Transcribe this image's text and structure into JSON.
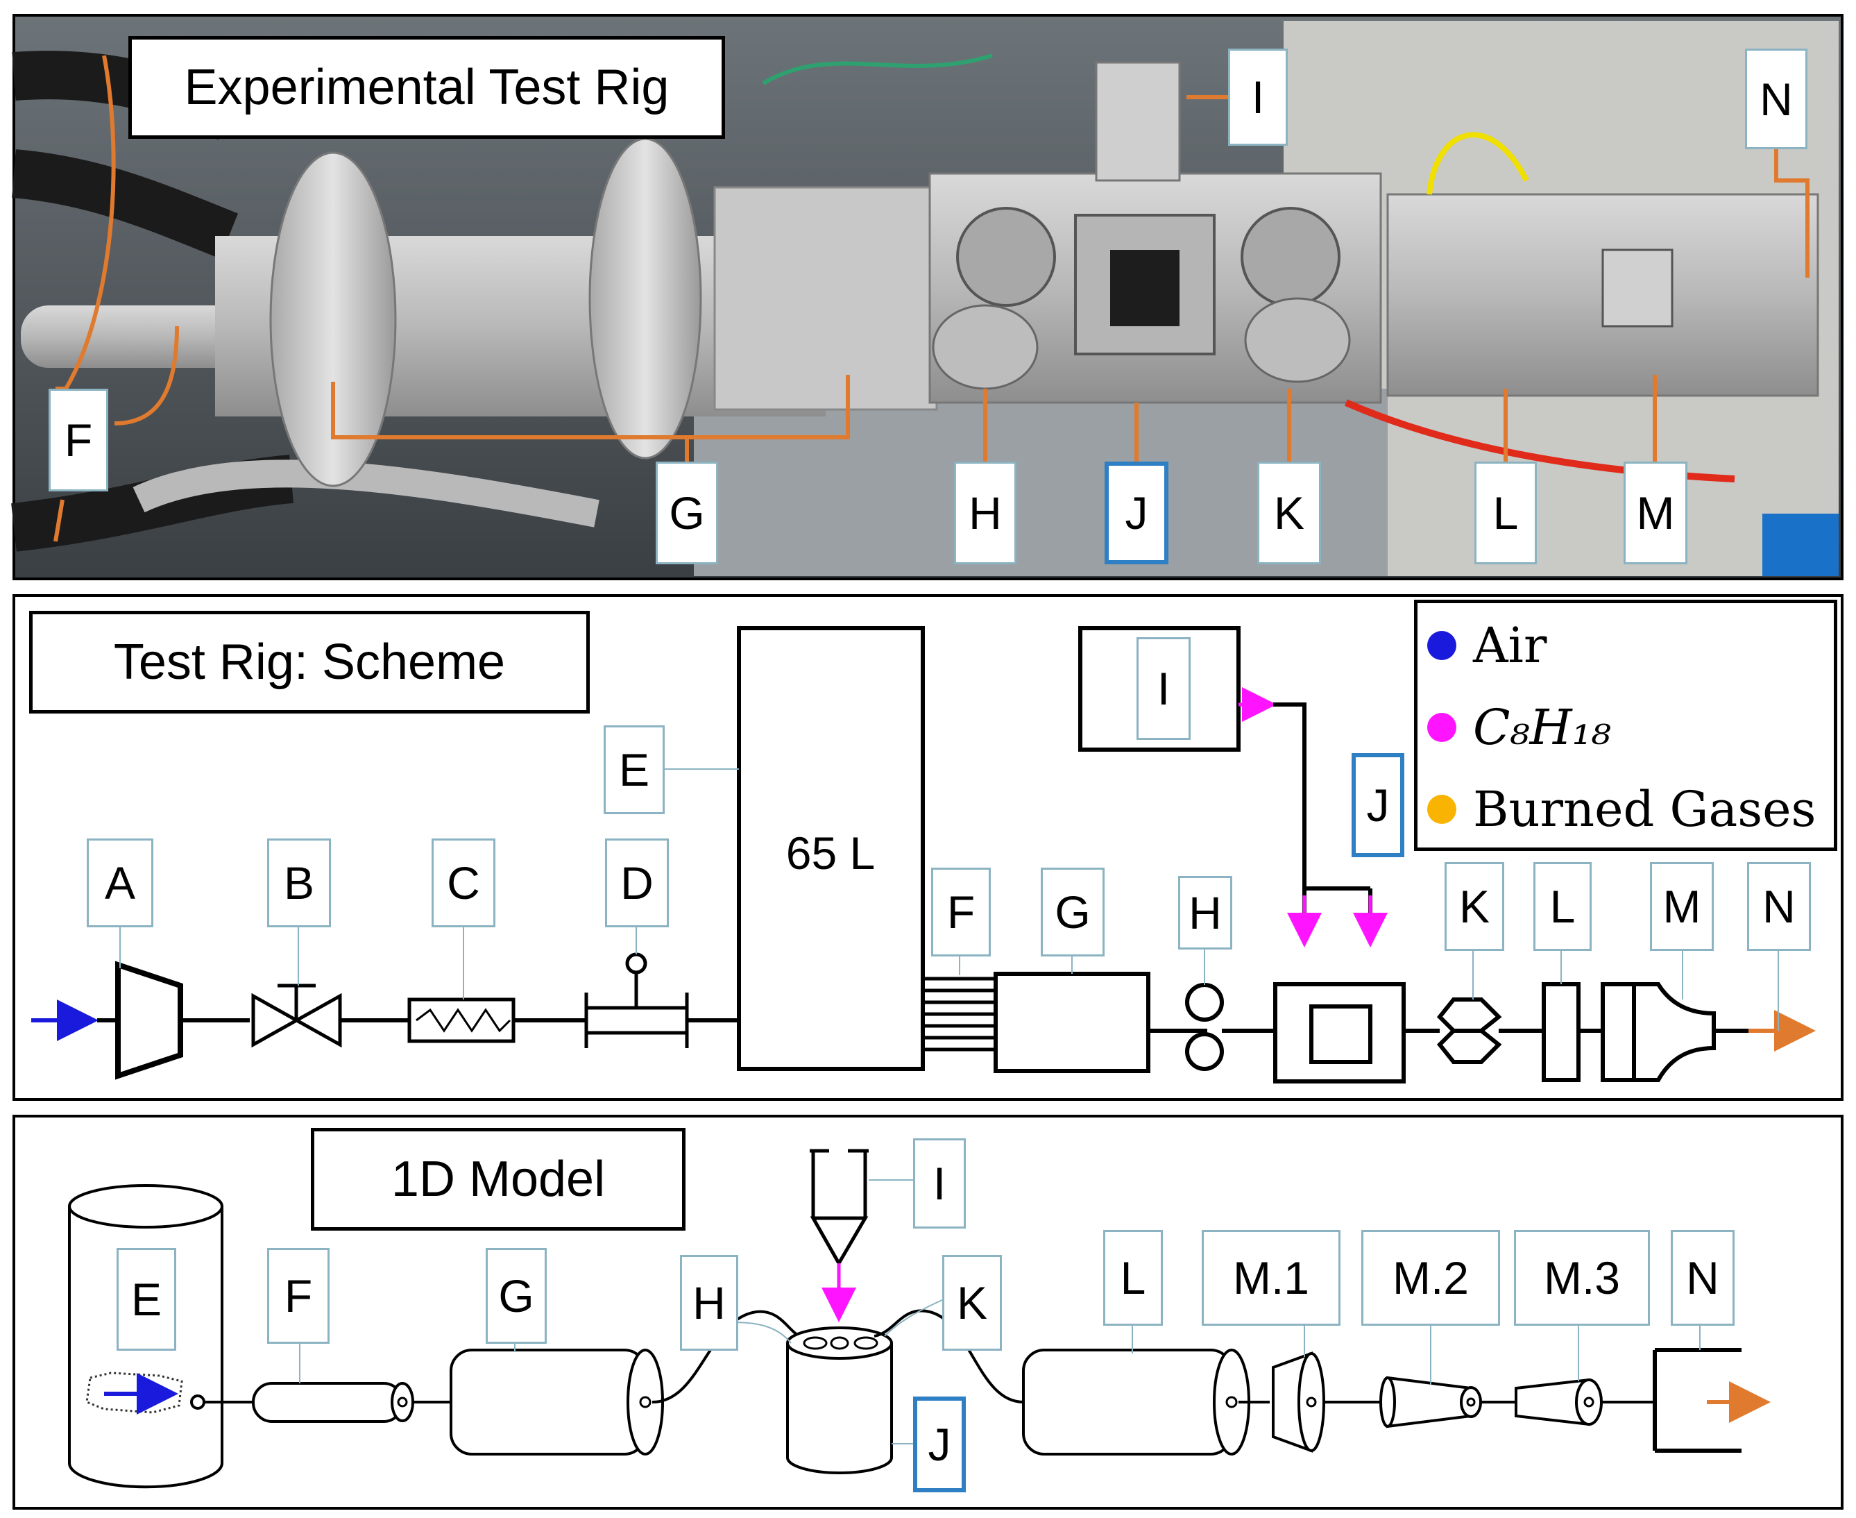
{
  "panels": {
    "photo": {
      "title": "Experimental Test Rig"
    },
    "scheme": {
      "title": "Test Rig: Scheme",
      "tank_volume": "65 L"
    },
    "model": {
      "title": "1D Model"
    }
  },
  "photo_labels": {
    "F": "F",
    "G": "G",
    "H": "H",
    "I": "I",
    "J": "J",
    "K": "K",
    "L": "L",
    "M": "M",
    "N": "N"
  },
  "scheme_labels": {
    "A": "A",
    "B": "B",
    "C": "C",
    "D": "D",
    "E": "E",
    "F": "F",
    "G": "G",
    "H": "H",
    "I": "I",
    "J": "J",
    "K": "K",
    "L": "L",
    "M": "M",
    "N": "N"
  },
  "model_labels": {
    "E": "E",
    "F": "F",
    "G": "G",
    "H": "H",
    "I": "I",
    "J": "J",
    "K": "K",
    "L": "L",
    "M1": "M.1",
    "M2": "M.2",
    "M3": "M.3",
    "N": "N"
  },
  "legend": {
    "items": [
      {
        "color": "#1a1adc",
        "label": "Air"
      },
      {
        "color": "#ff14ff",
        "label": "C₈H₁₈"
      },
      {
        "color": "#f8b400",
        "label": "Burned Gases"
      }
    ]
  },
  "colors": {
    "air": "#1a1adc",
    "fuel": "#ff14ff",
    "exhaust": "#e07a2e",
    "callout": "#e07a2e",
    "highlight_box": "#2e7fc4",
    "label_box": "#8bb3c2"
  },
  "icons": {
    "compressor": "compressor-symbol",
    "valve": "valve-symbol",
    "heater": "heater-symbol",
    "flowmeter": "flowmeter-symbol",
    "pressure_transducers": "sensor-symbol"
  }
}
